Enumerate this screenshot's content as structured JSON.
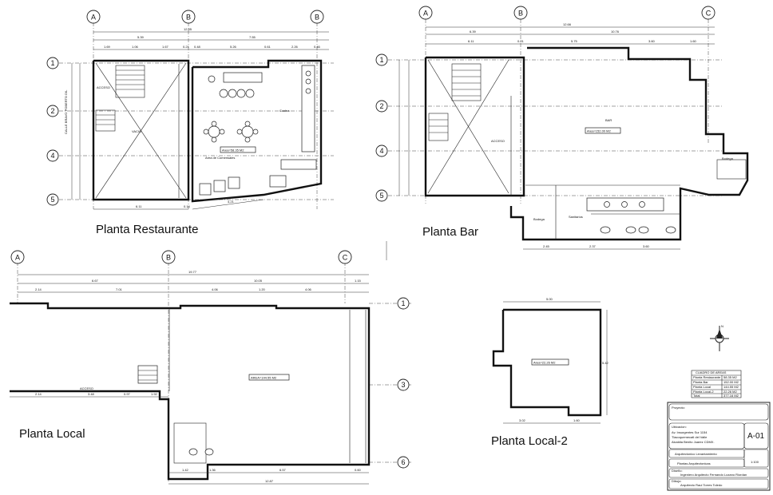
{
  "plans": {
    "restaurante": {
      "title": "Planta Restaurante",
      "area_label": "Area=58.35 M2",
      "rooms": [
        "ACCESO",
        "VACIO",
        "Cocina",
        "Area de Comensales"
      ],
      "stair_label": "CALLE BRAVO POBERTO DIL",
      "dims_top": [
        "12.85",
        "5.39",
        "7.55"
      ],
      "dims_sub": [
        "1.69",
        "1.06",
        "1.67",
        "0.21",
        "0.48",
        "5.26",
        "0.61",
        "2.26",
        "0.46"
      ],
      "dims_bottom": [
        "6.11",
        "0.14",
        "4.21"
      ]
    },
    "bar": {
      "title": "Planta Bar",
      "area_label": "Area=152.00 M2",
      "rooms": [
        "BAR",
        "ACCESO",
        "Bodega",
        "Sanitarios",
        "Bodega"
      ],
      "dims_top": [
        "12.66",
        "6.39",
        "10.76"
      ],
      "dims_sub": [
        "6.11",
        "0.21",
        "5.75",
        "3.60",
        "1.60"
      ],
      "dims_bottom": [
        "2.45",
        "2.37",
        "3.60"
      ]
    },
    "local": {
      "title": "Planta Local",
      "area_label": "AREA=144.55 M2",
      "rooms": [
        "ACCESO"
      ],
      "dims_top": [
        "19.77",
        "6.67",
        "10.05",
        "1.15"
      ],
      "dims_sub": [
        "2.14",
        "7.01",
        "4.06",
        "1.20",
        "4.06"
      ],
      "dims_mid": [
        "2.14",
        "3.48",
        "0.97",
        "1.92"
      ],
      "dims_bottom": [
        "1.42",
        "1.36",
        "6.57",
        "0.60",
        "12.87"
      ]
    },
    "local2": {
      "title": "Planta Local-2",
      "area_label": "Area=22.26 M2",
      "dims_top": [
        "5.00"
      ],
      "dims_bottom": [
        "3.02",
        "1.60"
      ],
      "dims_side": [
        "5.42"
      ]
    }
  },
  "grid_axes": {
    "restaurante": [
      "A",
      "B",
      "B"
    ],
    "bar": [
      "A",
      "B",
      "C"
    ],
    "local": [
      "A",
      "B",
      "C"
    ],
    "restaurante_rows": [
      "1",
      "2",
      "4",
      "5"
    ],
    "bar_rows": [
      "1",
      "2",
      "4",
      "5"
    ],
    "local_rows": [
      "1",
      "3",
      "6"
    ]
  },
  "areas_table": {
    "title": "CUADRO DE AREAS",
    "rows": [
      [
        "Planta Restaurante",
        "58.35 M2"
      ],
      [
        "Planta Bar",
        "152.00 M2"
      ],
      [
        "Planta Local",
        "144.55 M2"
      ],
      [
        "Planta Local-2",
        "22.26 M2"
      ],
      [
        "Total",
        "377.16 M2"
      ]
    ]
  },
  "title_block": {
    "header": "Proyecto:",
    "address_label": "Ubicacion:",
    "address": [
      "Av. Insurgentes Sur 1154",
      "Tlacoquemecatl del Valle",
      "Alcaldia Benito Juarez CDMX."
    ],
    "sheet_id": "A-01",
    "project_type": "Arquitectonico Levantamiento",
    "drawing_name": "Plantas Arquitectonicas",
    "scale": "1:100",
    "designer_label": "Diseño:",
    "designer": "Ingeniero Arquitecto Fernando Lozano Riordan",
    "drawn_label": "Dibujo:",
    "drawn_by": "Arquitecto Raul Torres Toledo"
  },
  "north_label": "N"
}
